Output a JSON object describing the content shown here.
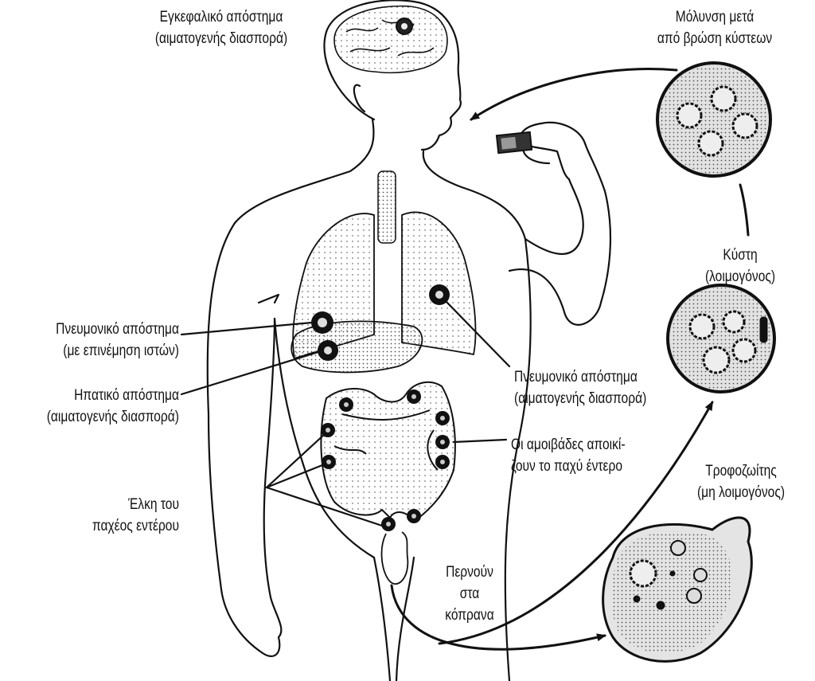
{
  "labels": {
    "brain_abscess": [
      "Εγκεφαλικό απόστημα",
      "(αιματογενής διασπορά)"
    ],
    "infection": [
      "Μόλυνση μετά",
      "από βρώση κύστεων"
    ],
    "cyst": [
      "Κύστη",
      "(λοιμογόνος)"
    ],
    "lung_abscess_tissue": [
      "Πνευμονικό απόστημα",
      "(με επινέμηση ιστών)"
    ],
    "liver_abscess": [
      "Ηπατικό απόστημα",
      "(αιματογενής διασπορά)"
    ],
    "lung_abscess_blood": [
      "Πνευμονικό απόστημα",
      "(αιματογενής διασπορά)"
    ],
    "colonize": [
      "Οι αμοιβάδες αποικί-",
      "ζουν το παχύ έντερο"
    ],
    "trophozoite": [
      "Τροφοζωίτης",
      "(μη λοιμογόνος)"
    ],
    "ulcers": [
      "Έλκη του",
      "παχέος εντέρου"
    ],
    "feces": [
      "Περνούν",
      "στα",
      "κόπρανα"
    ]
  }
}
